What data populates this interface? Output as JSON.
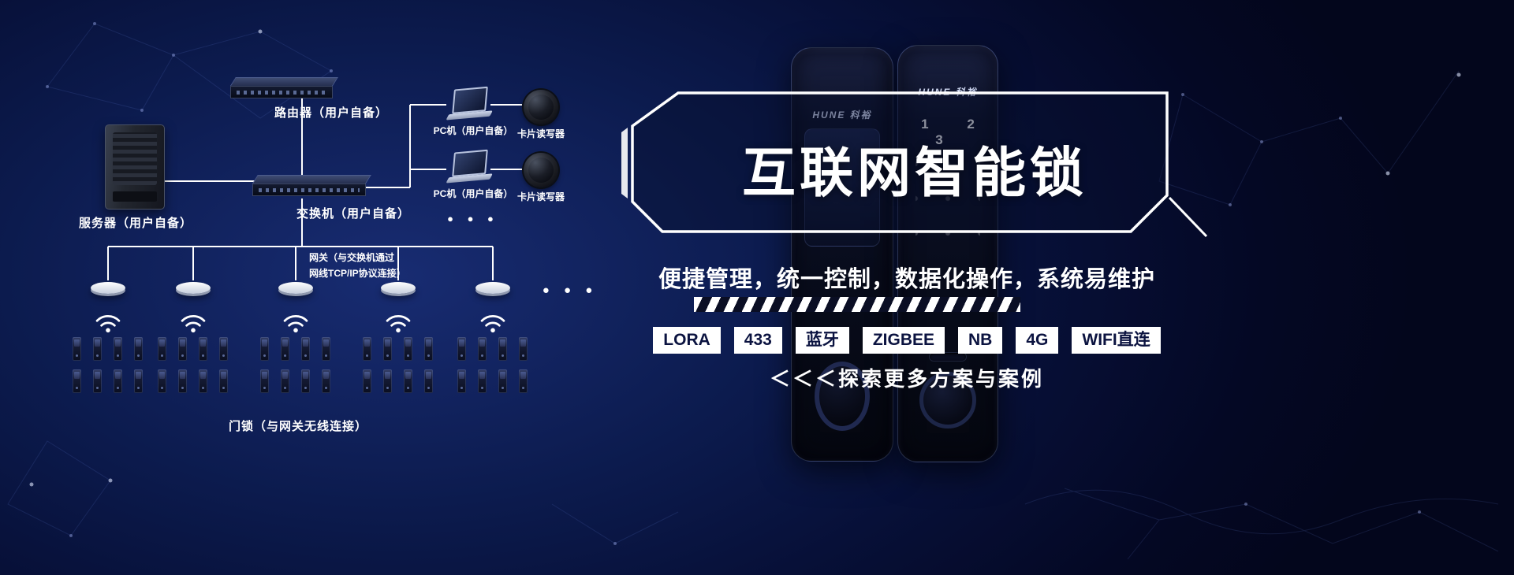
{
  "diagram": {
    "server_label": "服务器（用户自备）",
    "router_label": "路由器（用户自备）",
    "switch_label": "交换机（用户自备）",
    "pc_labels": [
      "PC机（用户自备）",
      "PC机（用户自备）"
    ],
    "reader_labels": [
      "卡片读写器",
      "卡片读写器"
    ],
    "pc_ellipsis": "● ● ●",
    "gateway_note_line1": "网关（与交换机通过",
    "gateway_note_line2": "网线TCP/IP协议连接）",
    "gateway_ellipsis": "● ● ●",
    "locks_label": "门锁（与网关无线连接）"
  },
  "hero": {
    "title": "互联网智能锁",
    "subtitle": "便捷管理，统一控制，数据化操作，系统易维护",
    "tags": [
      "LORA",
      "433",
      "蓝牙",
      "ZIGBEE",
      "NB",
      "4G",
      "WIFI直连"
    ],
    "explore_link": "＜＜＜探索更多方案与案例"
  },
  "products": {
    "brand": "HUNE 科裕",
    "keypad_row": "1 2 3"
  },
  "colors": {
    "background_deep": "#03061c",
    "background_glow": "#182c72",
    "line_white": "#ffffff",
    "tag_bg": "#ffffff",
    "tag_text": "#0b1340"
  }
}
